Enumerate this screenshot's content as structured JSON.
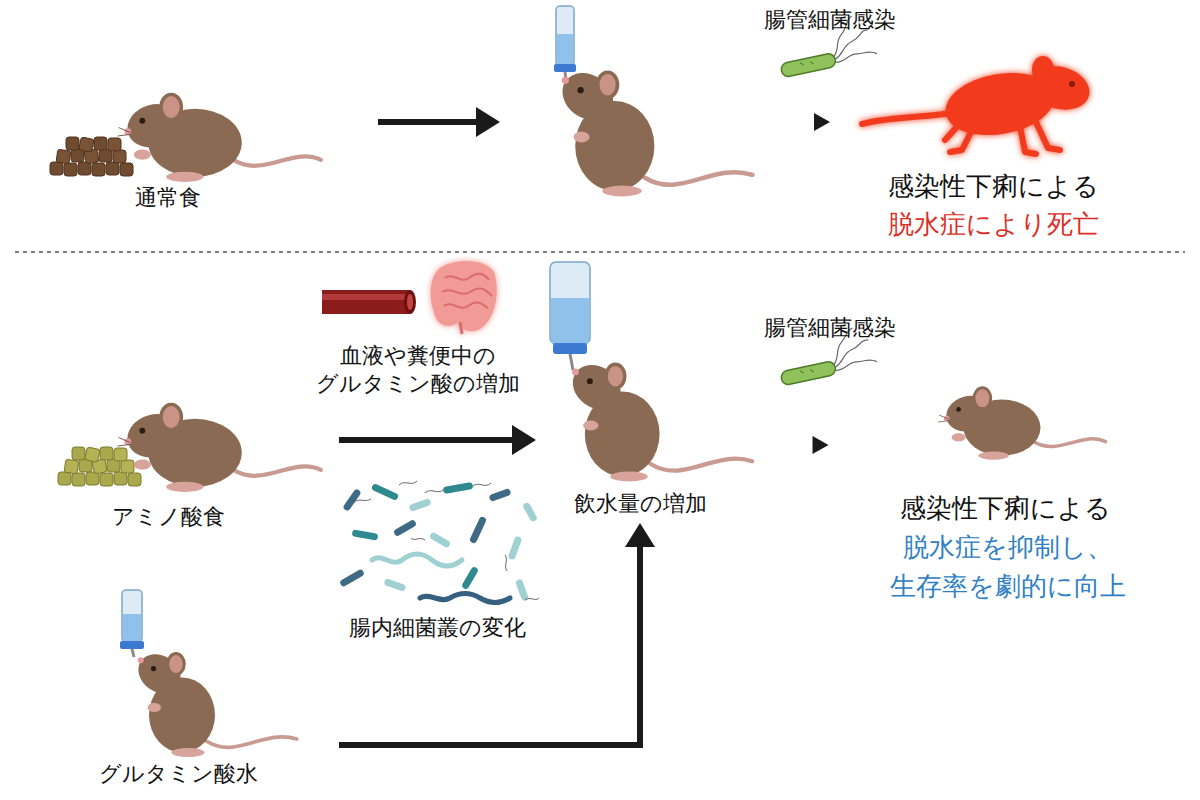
{
  "diagram": {
    "nodes": [
      {
        "text": [
          "通常食"
        ]
      },
      {
        "text": [
          "感染性下痢による",
          "脱水症により死亡"
        ]
      },
      {
        "text": [
          "アミノ酸食"
        ]
      },
      {
        "text": [
          "飲水量の増加"
        ]
      },
      {
        "text": [
          "感染性下痢による",
          "脱水症を抑制し、 生存率を劇的に向上"
        ]
      },
      {
        "text": [
          "グルタミン酸水"
        ]
      }
    ],
    "edges": [
      {
        "from": 2,
        "to": 3,
        "arrow": "to"
      },
      {
        "from": 5,
        "to": 3,
        "arrow": "to"
      },
      {
        "from": 3,
        "to": 4,
        "arrow": "to"
      }
    ],
    "labels": [
      "腸管細菌感染",
      "血液や糞便中の グルタミン酸の増加",
      "腸管細菌感染",
      "腸内細菌叢の変化"
    ]
  }
}
